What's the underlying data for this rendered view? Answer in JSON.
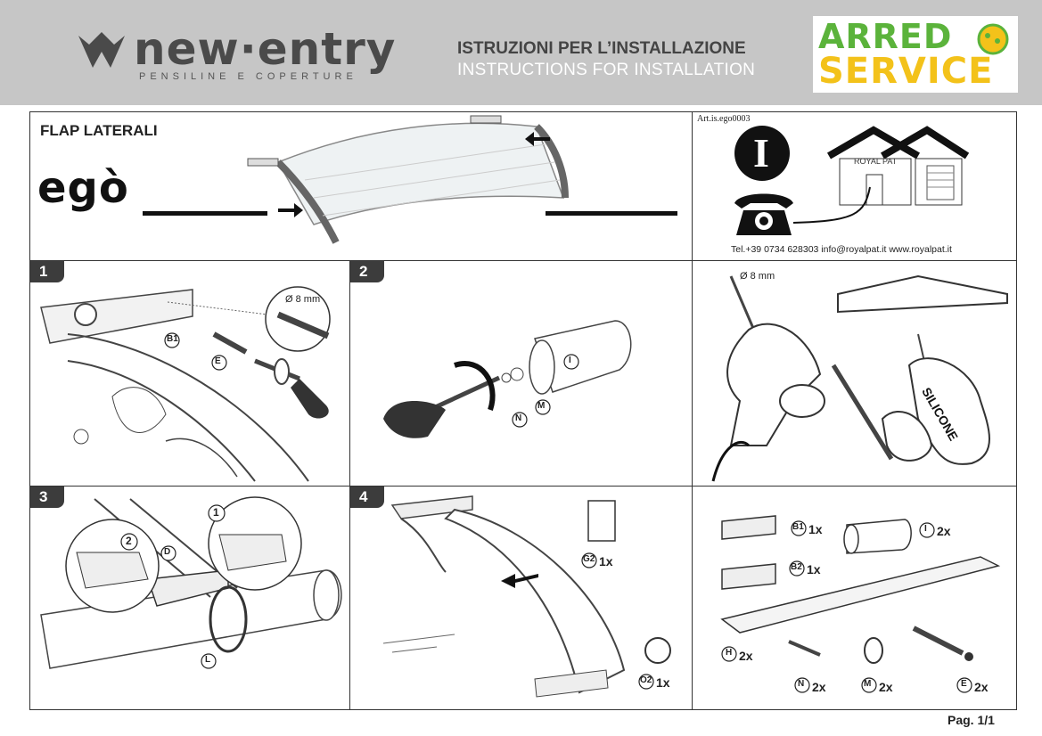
{
  "header": {
    "brand_name": "new·entry",
    "brand_tagline": "PENSILINE E COPERTURE",
    "instructions_it": "ISTRUZIONI PER L’INSTALLAZIONE",
    "instructions_en": "INSTRUCTIONS FOR INSTALLATION",
    "partner_top": "ARRED",
    "partner_bottom": "SERVICE"
  },
  "product": {
    "section_title": "FLAP LATERALI",
    "model_name": "egò"
  },
  "info": {
    "article_code": "Art.is.ego0003",
    "info_letter": "I",
    "house_label": "ROYAL PAT",
    "contacts": "Tel.+39 0734 628303  info@royalpat.it  www.royalpat.it"
  },
  "steps": [
    "1",
    "2",
    "3",
    "4"
  ],
  "step1": {
    "drill_label": "Ø 8 mm",
    "part_b": "B1",
    "part_e": "E"
  },
  "step2": {
    "part_i": "I",
    "part_n": "N",
    "part_m": "M"
  },
  "tools": {
    "drill_label": "Ø 8 mm",
    "silicone_label": "SILICONE"
  },
  "step3": {
    "callout_1": "1",
    "callout_2": "2",
    "part_d": "D",
    "part_l": "L"
  },
  "step4": {
    "part_g": "G2",
    "qty_g": "1x",
    "part_o": "O2",
    "qty_o": "1x"
  },
  "parts_list": [
    {
      "code": "B1",
      "qty": "1x"
    },
    {
      "code": "I",
      "qty": "2x"
    },
    {
      "code": "B2",
      "qty": "1x"
    },
    {
      "code": "H",
      "qty": "2x"
    },
    {
      "code": "N",
      "qty": "2x"
    },
    {
      "code": "M",
      "qty": "2x"
    },
    {
      "code": "E",
      "qty": "2x"
    }
  ],
  "footer": {
    "page": "Pag. 1/1"
  },
  "colors": {
    "header_bg": "#c6c6c6",
    "brand_green": "#5bb33b",
    "brand_yellow": "#f3c21a",
    "step_badge": "#3c3c3c"
  }
}
